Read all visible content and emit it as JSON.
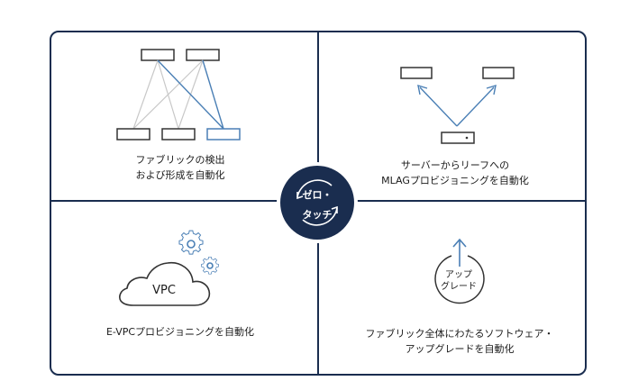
{
  "center": {
    "line1": "ゼロ・",
    "line2": "タッチ"
  },
  "quadrants": {
    "top_left": {
      "line1": "ファブリックの検出",
      "line2": "および形成を自動化"
    },
    "top_right": {
      "line1": "サーバーからリーフへの",
      "line2": "MLAGプロビジョニングを自動化"
    },
    "bottom_left": {
      "line1": "E-VPCプロビジョニングを自動化",
      "cloud_label": "VPC"
    },
    "bottom_right": {
      "line1": "ファブリック全体にわたるソフトウェア・",
      "line2": "アップグレードを自動化",
      "icon_line1": "アップ",
      "icon_line2": "グレード"
    }
  },
  "colors": {
    "navy": "#1a2d4f",
    "blue": "#4a7fb5",
    "gray": "#c8c8c8"
  }
}
